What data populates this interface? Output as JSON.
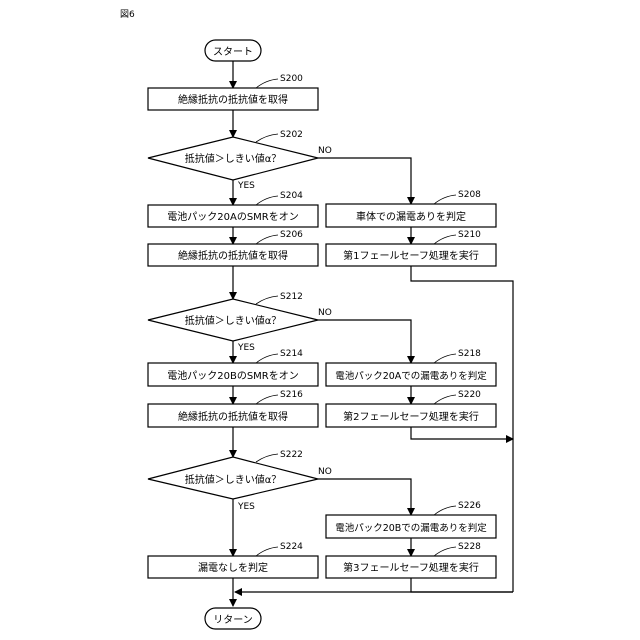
{
  "figure_label": "図6",
  "start_label": "スタート",
  "end_label": "リターン",
  "steps": {
    "s200": {
      "id": "S200",
      "text": "絶縁抵抗の抵抗値を取得"
    },
    "s202": {
      "id": "S202",
      "text": "抵抗値＞しきい値α？",
      "yes": "YES",
      "no": "NO"
    },
    "s204": {
      "id": "S204",
      "text": "電池パック20AのSMRをオン"
    },
    "s206": {
      "id": "S206",
      "text": "絶縁抵抗の抵抗値を取得"
    },
    "s208": {
      "id": "S208",
      "text": "車体での漏電ありを判定"
    },
    "s210": {
      "id": "S210",
      "text": "第1フェールセーフ処理を実行"
    },
    "s212": {
      "id": "S212",
      "text": "抵抗値＞しきい値α？",
      "yes": "YES",
      "no": "NO"
    },
    "s214": {
      "id": "S214",
      "text": "電池パック20BのSMRをオン"
    },
    "s216": {
      "id": "S216",
      "text": "絶縁抵抗の抵抗値を取得"
    },
    "s218": {
      "id": "S218",
      "text": "電池パック20Aでの漏電ありを判定"
    },
    "s220": {
      "id": "S220",
      "text": "第2フェールセーフ処理を実行"
    },
    "s222": {
      "id": "S222",
      "text": "抵抗値＞しきい値α？",
      "yes": "YES",
      "no": "NO"
    },
    "s224": {
      "id": "S224",
      "text": "漏電なしを判定"
    },
    "s226": {
      "id": "S226",
      "text": "電池パック20Bでの漏電ありを判定"
    },
    "s228": {
      "id": "S228",
      "text": "第3フェールセーフ処理を実行"
    }
  }
}
